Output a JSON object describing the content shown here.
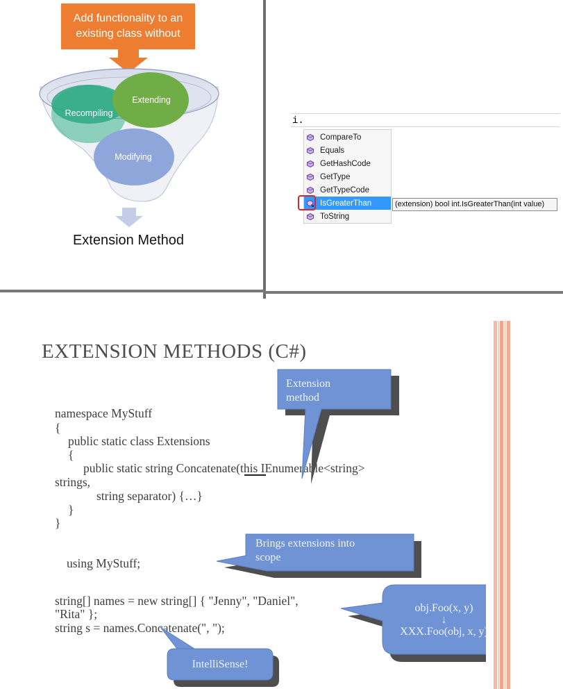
{
  "funnel": {
    "header": "Add functionality to an existing class without",
    "circles": [
      "Recompiling",
      "Extending",
      "Modifying"
    ],
    "caption": "Extension Method",
    "colors": {
      "orange": "#ed7d31",
      "teal": "#3bb48d",
      "green": "#70ad47",
      "blue": "#8ea6da"
    }
  },
  "intellisense": {
    "code_line": "i.",
    "items": [
      {
        "label": "CompareTo",
        "icon": "method-icon"
      },
      {
        "label": "Equals",
        "icon": "method-icon"
      },
      {
        "label": "GetHashCode",
        "icon": "method-icon"
      },
      {
        "label": "GetType",
        "icon": "method-icon"
      },
      {
        "label": "GetTypeCode",
        "icon": "method-icon"
      },
      {
        "label": "IsGreaterThan",
        "icon": "extension-method-icon",
        "selected": true
      },
      {
        "label": "ToString",
        "icon": "method-icon"
      }
    ],
    "tooltip": "(extension) bool int.IsGreaterThan(int value)"
  },
  "slide": {
    "title": "EXTENSION METHODS (C#)",
    "code_lines": [
      "namespace MyStuff",
      "{",
      "public static class Extensions",
      "{",
      "public static string Concatenate(this IEnumerable<string>",
      "strings,",
      "string separator) {…}",
      "}",
      "}",
      "using MyStuff;",
      "string[] names = new string[] { \"Jenny\", \"Daniel\",",
      "\"Rita\" };",
      "string s = names.Concatenate(\", \");"
    ],
    "callouts": {
      "extension_method": [
        "Extension",
        "method"
      ],
      "brings": [
        "Brings extensions into",
        "scope"
      ],
      "foo": [
        "obj.Foo(x, y)",
        "↓",
        "XXX.Foo(obj, x, y)"
      ],
      "intellisense": "IntelliSense!"
    }
  }
}
